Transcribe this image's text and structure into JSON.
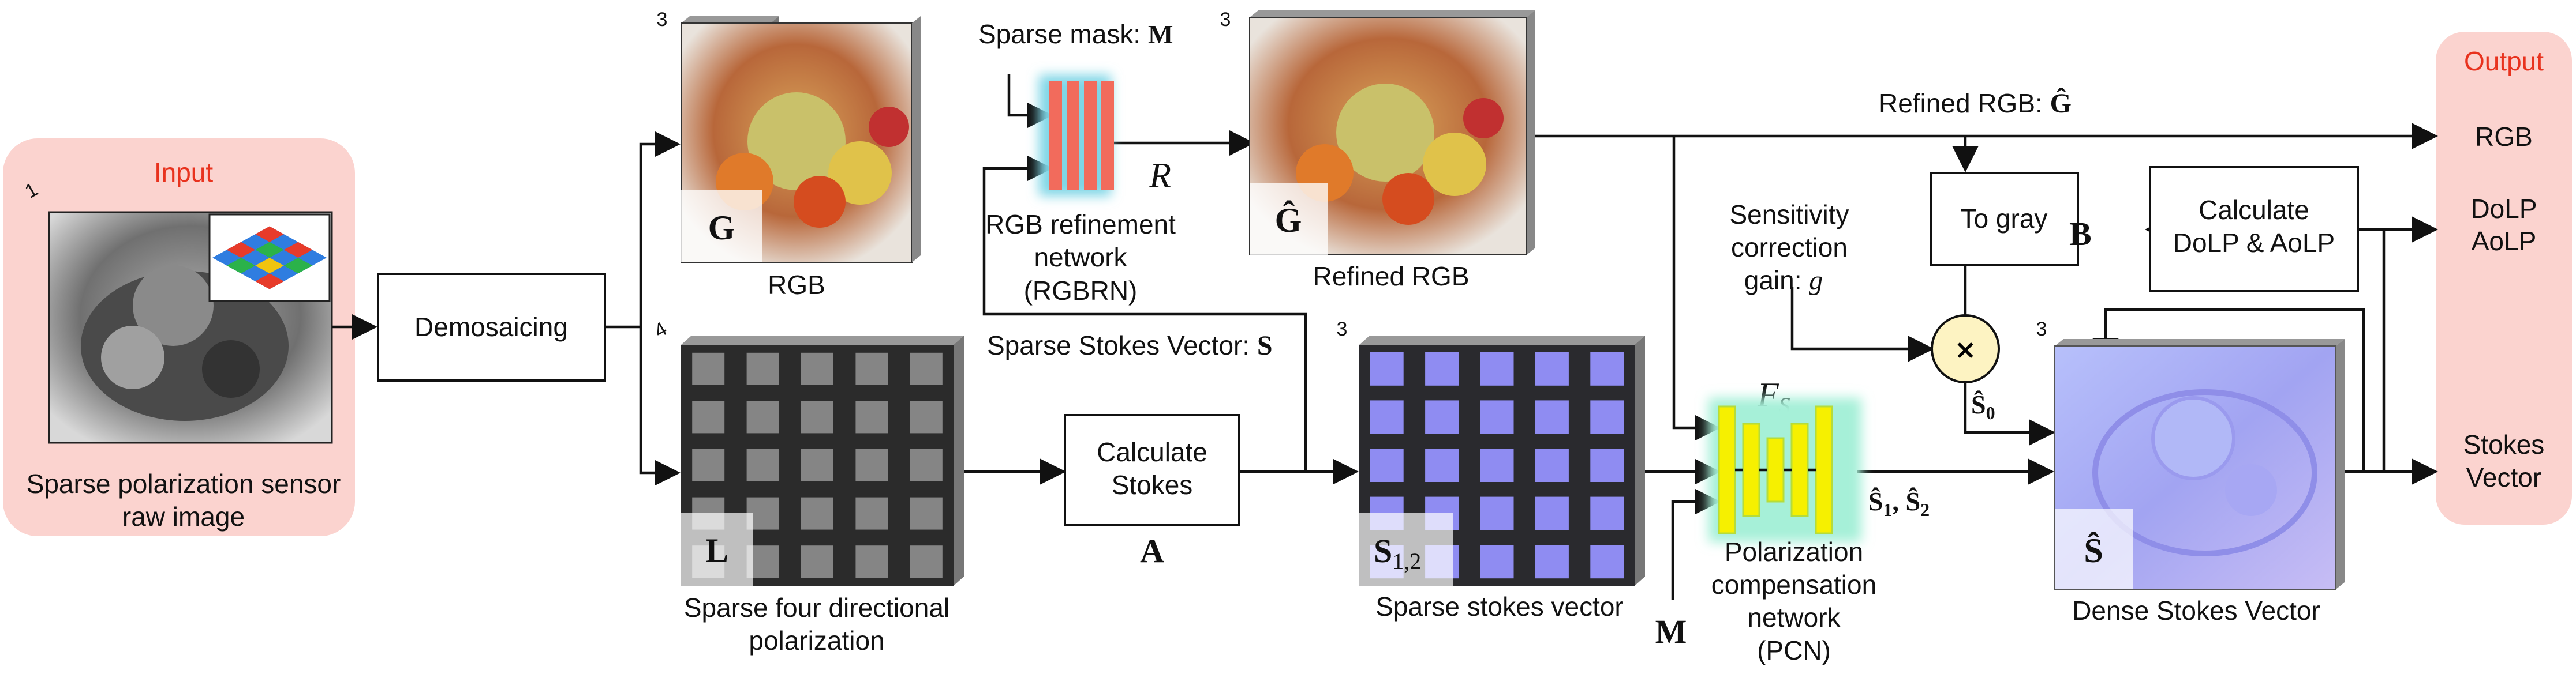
{
  "input": {
    "title": "Input",
    "caption_line1": "Sparse polarization sensor",
    "caption_line2": "raw image",
    "channels": "1"
  },
  "output": {
    "title": "Output",
    "rgb": "RGB",
    "dolp": "DoLP",
    "aolp": "AoLP",
    "stokes_line1": "Stokes",
    "stokes_line2": "Vector"
  },
  "blocks": {
    "demosaicing": "Demosaicing",
    "calc_stokes_line1": "Calculate",
    "calc_stokes_line2": "Stokes",
    "calc_stokes_symbol": "A",
    "to_gray": "To gray",
    "to_gray_symbol": "B",
    "calc_dolp_line1": "Calculate",
    "calc_dolp_line2": "DoLP & AoLP",
    "multiply": "×"
  },
  "images": {
    "rgb_caption": "RGB",
    "rgb_symbol": "G",
    "rgb_channels": "3",
    "refined_caption": "Refined RGB",
    "refined_symbol": "Ĝ",
    "refined_channels": "3",
    "sparse_pol_line1": "Sparse four directional",
    "sparse_pol_line2": "polarization",
    "sparse_pol_symbol": "L",
    "sparse_pol_channels": "4",
    "sparse_stokes_caption": "Sparse stokes vector",
    "sparse_stokes_symbol": "S",
    "sparse_stokes_sub": "1,2",
    "sparse_stokes_channels": "3",
    "dense_caption": "Dense Stokes Vector",
    "dense_symbol": "Ŝ",
    "dense_channels": "3"
  },
  "networks": {
    "rgbrn_line1": "RGB refinement",
    "rgbrn_line2": "network",
    "rgbrn_line3": "(RGBRN)",
    "rgbrn_symbol": "R",
    "pcn_line1": "Polarization",
    "pcn_line2": "compensation",
    "pcn_line3": "network",
    "pcn_line4": "(PCN)",
    "pcn_symbol": "F",
    "pcn_sub": "S"
  },
  "edges": {
    "sparse_mask": "Sparse mask: ",
    "sparse_mask_symbol": "M",
    "sparse_stokes_vector": "Sparse Stokes Vector: ",
    "sparse_stokes_vector_symbol": "S",
    "refined_rgb": "Refined RGB: ",
    "refined_rgb_symbol": "Ĝ",
    "sens_line1": "Sensitivity",
    "sens_line2": "correction",
    "sens_line3": "gain: ",
    "sens_symbol": "g",
    "s0": "Ŝ",
    "s0_sub": "0",
    "s12": "Ŝ",
    "s12_sub1": "1",
    "s12_mid": ", Ŝ",
    "s12_sub2": "2",
    "mask_bottom": "M"
  },
  "colors": {
    "pink": "#fbd3cf",
    "red_text": "#e8321e",
    "network_glow": "#7fd6e6",
    "rgbrn_bar": "#f26b5c",
    "pcn_fill": "#f6f000",
    "pcn_glow": "#a6f0d8",
    "stokes_purple": "#8f8cf2",
    "dense_lavender": "#a9adf5"
  }
}
